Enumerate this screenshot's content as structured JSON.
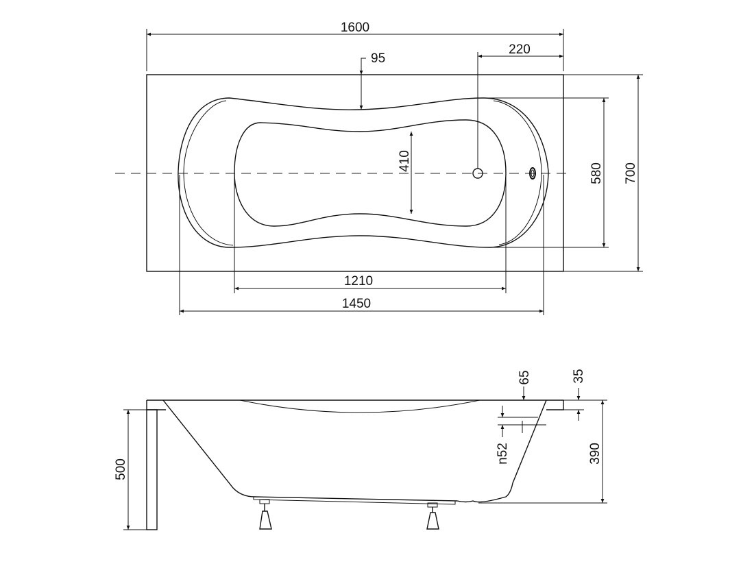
{
  "top_view": {
    "dim_overall_length": "1600",
    "dim_drain_offset": "220",
    "dim_rim_width": "95",
    "dim_inner_width": "410",
    "dim_bath_width": "580",
    "dim_overall_width": "700",
    "dim_inner_length": "1210",
    "dim_bath_length": "1450"
  },
  "side_view": {
    "dim_rim_step": "65",
    "dim_rim_thickness": "35",
    "dim_overflow": "n52",
    "dim_panel_height": "500",
    "dim_depth": "390"
  }
}
